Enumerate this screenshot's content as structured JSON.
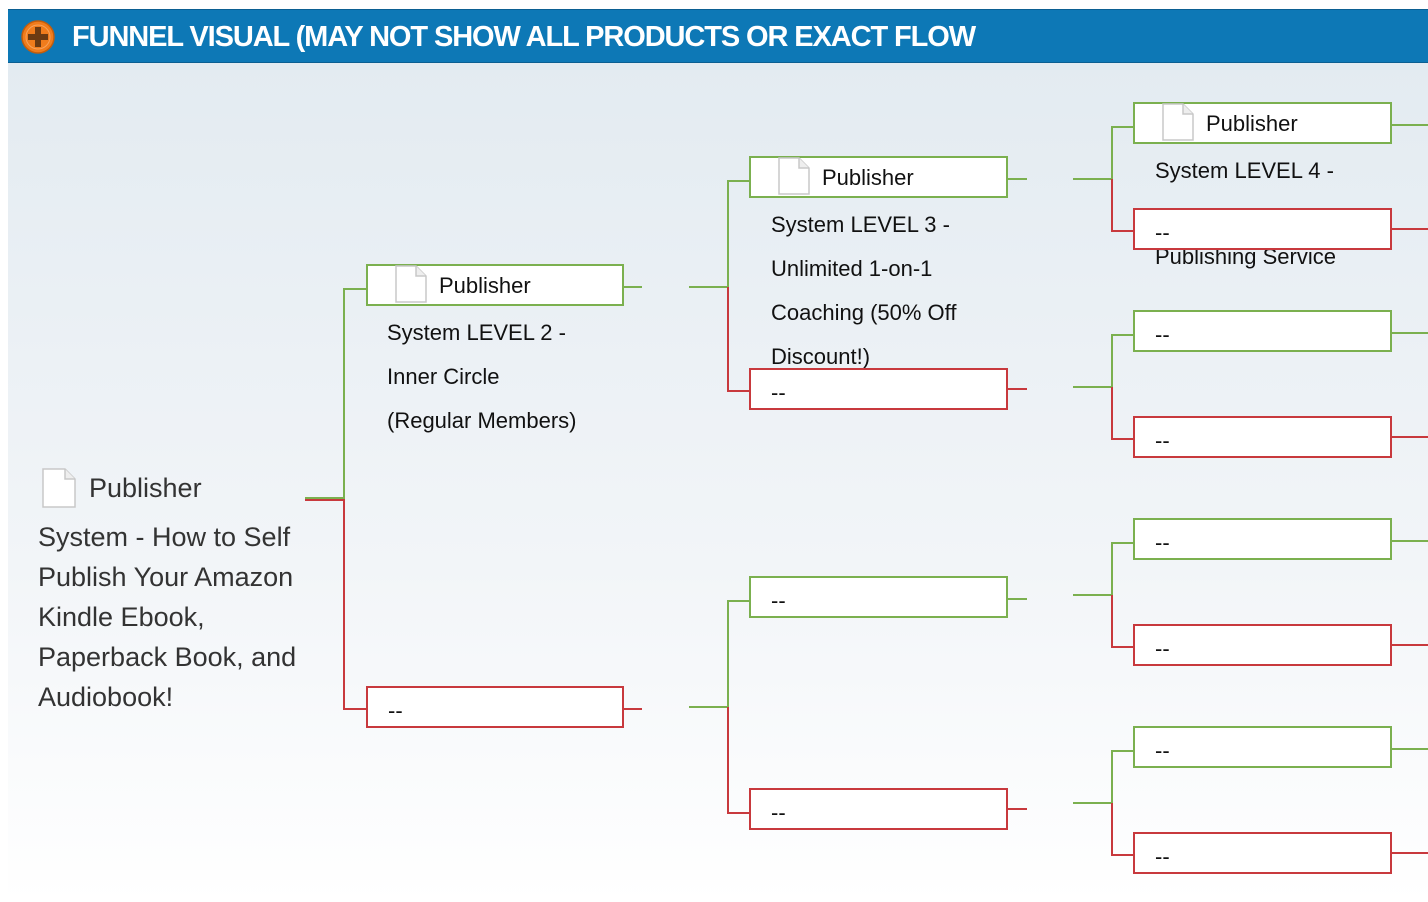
{
  "header": {
    "title": "FUNNEL VISUAL (MAY NOT SHOW ALL PRODUCTS OR EXACT FLOW",
    "toggle_icon": "expand-plus-icon"
  },
  "funnel": {
    "root": {
      "title": "Publisher",
      "description": "System - How to Self Publish Your Amazon Kindle Ebook, Paperback Book, and Audiobook!"
    },
    "level2": {
      "yes": {
        "title": "Publisher",
        "desc_lines": [
          "System LEVEL 2 -",
          "Inner Circle",
          "(Regular Members)"
        ]
      },
      "no": {
        "label": "--"
      }
    },
    "level3": {
      "yes_yes": {
        "title": "Publisher",
        "desc_lines": [
          "System LEVEL 3 -",
          "Unlimited 1-on-1",
          "Coaching (50% Off",
          "Discount!)"
        ]
      },
      "yes_no": {
        "label": "--"
      },
      "no_yes": {
        "label": "--"
      },
      "no_no": {
        "label": "--"
      }
    },
    "level4": {
      "n1": {
        "title": "Publisher",
        "desc_lines": [
          "System LEVEL 4 -",
          "Publishing Service"
        ]
      },
      "n2": {
        "label": "--"
      },
      "n3": {
        "label": "--"
      },
      "n4": {
        "label": "--"
      },
      "n5": {
        "label": "--"
      },
      "n6": {
        "label": "--"
      },
      "n7": {
        "label": "--"
      },
      "n8": {
        "label": "--"
      }
    }
  },
  "colors": {
    "header_bg": "#0d78b6",
    "yes_path": "#7bb04f",
    "no_path": "#c8393d",
    "icon_orange": "#f07c1c"
  }
}
